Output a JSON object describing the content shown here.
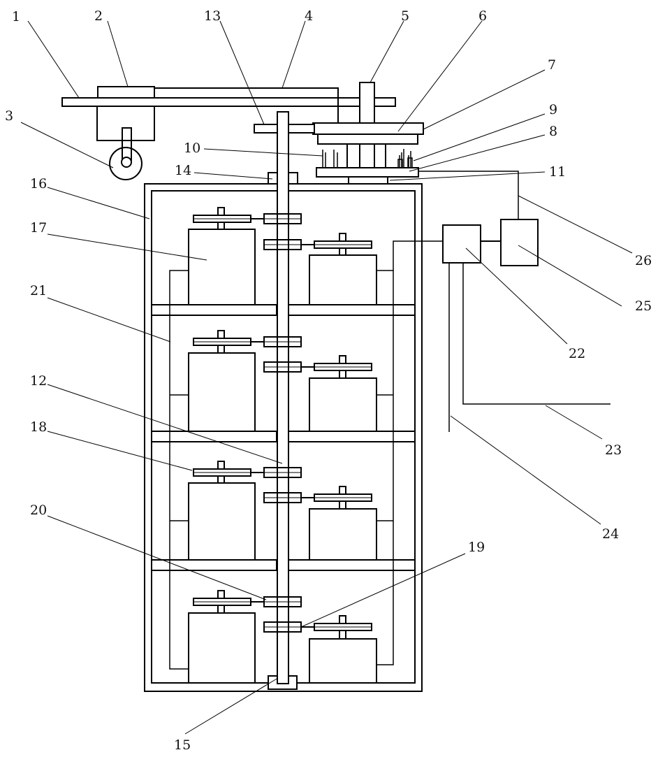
{
  "labels": {
    "l1": "1",
    "l2": "2",
    "l3": "3",
    "l4": "4",
    "l5": "5",
    "l6": "6",
    "l7": "7",
    "l8": "8",
    "l9": "9",
    "l10": "10",
    "l11": "11",
    "l12": "12",
    "l13": "13",
    "l14": "14",
    "l15": "15",
    "l16": "16",
    "l17": "17",
    "l18": "18",
    "l19": "19",
    "l20": "20",
    "l21": "21",
    "l22": "22",
    "l23": "23",
    "l24": "24",
    "l25": "25",
    "l26": "26"
  }
}
